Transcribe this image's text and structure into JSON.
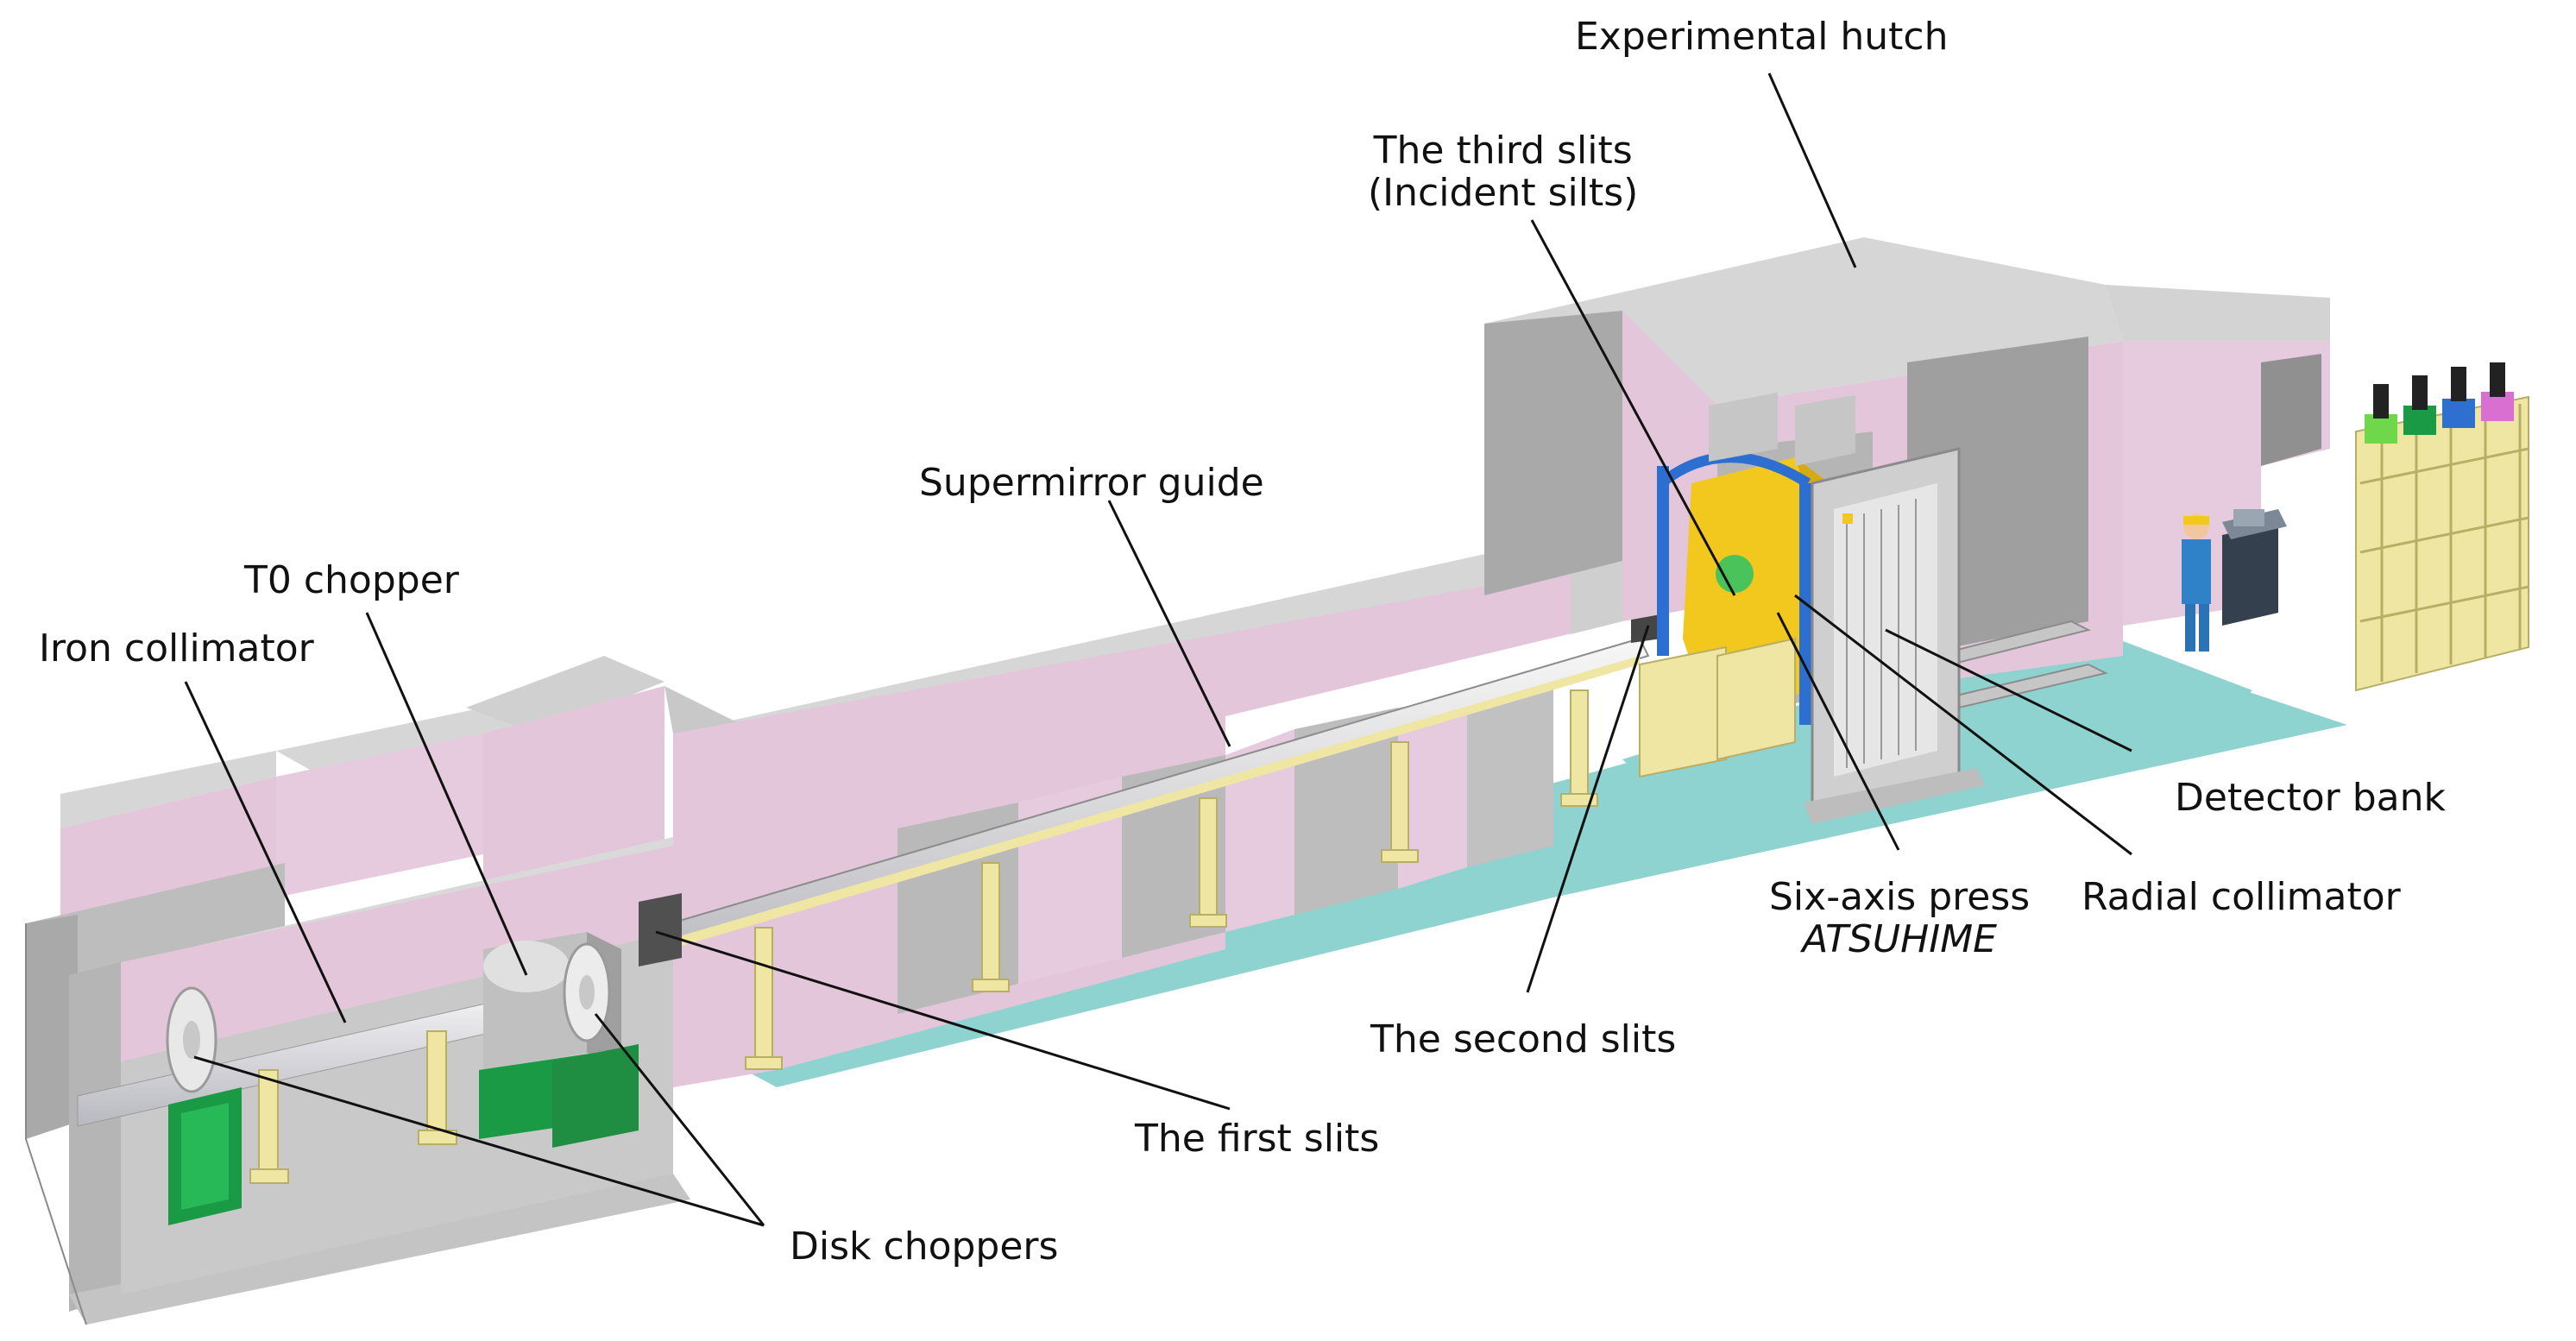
{
  "colors": {
    "shield_pink": "#e3c6da",
    "shield_top": "#d6d6d6",
    "shield_dark": "#a9a9a9",
    "floor_teal": "#8fd3d0",
    "guide_yellow": "#eee6a2",
    "stand_green": "#1a9a45",
    "press_yellow": "#f2c81e",
    "leader_line": "#111111"
  },
  "labels": {
    "experimental_hutch": "Experimental hutch",
    "third_slits_line1": "The third slits",
    "third_slits_line2": "(Incident silts)",
    "supermirror_guide": "Supermirror guide",
    "t0_chopper": "T0 chopper",
    "iron_collimator": "Iron collimator",
    "detector_bank": "Detector bank",
    "six_axis_press": "Six-axis press",
    "atsuhime": "ATSUHIME",
    "radial_collimator": "Radial collimator",
    "second_slits": "The second slits",
    "first_slits": "The first slits",
    "disk_choppers": "Disk choppers"
  }
}
